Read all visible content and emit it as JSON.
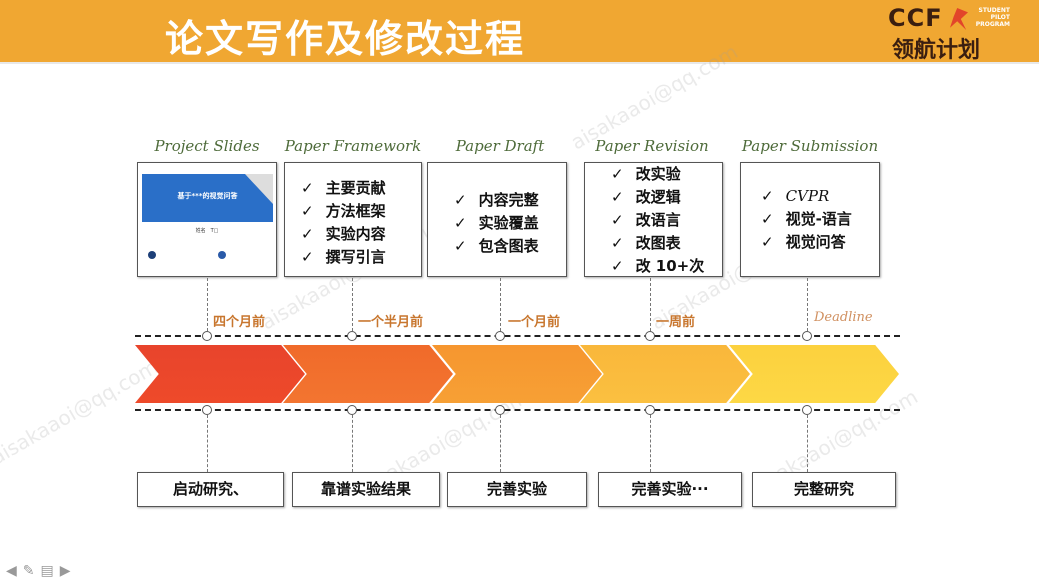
{
  "header": {
    "title": "论文写作及修改过程",
    "logo": {
      "line1": "CCF",
      "line2": "领航计划",
      "tagline": "STUDENT PILOT PROGRAM"
    }
  },
  "phases": [
    {
      "title": "Project Slides",
      "timing": "四个月前",
      "result": "启动研究、",
      "slide": {
        "title": "基于***的视觉问答",
        "subtitle": "姓名　T□"
      }
    },
    {
      "title": "Paper  Framework",
      "timing": "一个半月前",
      "result": "靠谱实验结果",
      "items": [
        "主要贡献",
        "方法框架",
        "实验内容",
        "撰写引言"
      ]
    },
    {
      "title": "Paper  Draft",
      "timing": "一个月前",
      "result": "完善实验",
      "items": [
        "内容完整",
        "实验覆盖",
        "包含图表"
      ]
    },
    {
      "title": "Paper  Revision",
      "timing": "一周前",
      "result": "完善实验···",
      "items": [
        "改实验",
        "改逻辑",
        "改语言",
        "改图表",
        "改 10+次"
      ]
    },
    {
      "title": "Paper  Submission",
      "timing": "Deadline",
      "result": "完整研究",
      "items": [
        "CVPR",
        "视觉-语言",
        "视觉问答"
      ]
    }
  ],
  "check": "✓",
  "watermark": "aisakaaoi@qq.com",
  "colors": {
    "header": "#F0A732",
    "chevrons": [
      "#EA4128",
      "#F26B2A",
      "#F6972F",
      "#F9B93B",
      "#FCD33E"
    ]
  },
  "nav": {
    "prev": "◀",
    "pen": "✎",
    "menu": "▤",
    "next": "▶"
  }
}
